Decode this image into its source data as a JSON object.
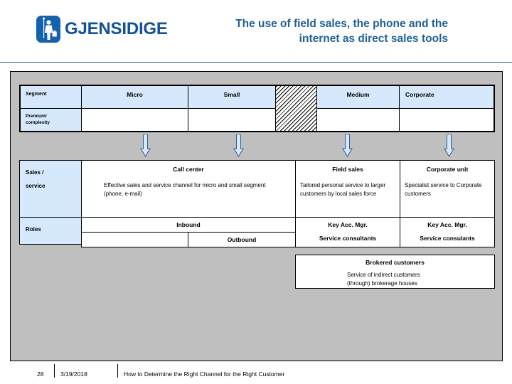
{
  "header": {
    "logo_word": "GJENSIDIGE",
    "logo_icon": "gjensidige-figure-icon",
    "title_line1": "The use of field sales, the phone and the",
    "title_line2": "internet as direct sales tools",
    "title_color": "#1F6095",
    "brand_color": "#1461AE"
  },
  "matrix": {
    "row_labels": {
      "segment": "Segment",
      "premium": "Premium/ complexity",
      "sales_service": "Sales /",
      "sales_service2": "service",
      "roles": "Roles"
    },
    "segments": [
      {
        "name": "Micro"
      },
      {
        "name": "Small"
      },
      {
        "name": "Medium"
      },
      {
        "name": "Corporate"
      }
    ],
    "hatched_column": true,
    "arrows_count": 4,
    "arrow_color": "#D6E8FB",
    "arrow_border": "#2E5F8A",
    "channels": [
      {
        "title": "Call center",
        "body": "Effective sales and service channel for micro and small segment (phone, e-mail)"
      },
      {
        "title": "Field sales",
        "body": "Tailored personal service to larger customers by local sales force"
      },
      {
        "title": "Corporate unit",
        "body": "Specialist service to Corporate customers"
      }
    ],
    "roles": {
      "inbound": "Inbound",
      "outbound": "Outbound",
      "empty_cell": "",
      "field_sales_role1": "Key Acc. Mgr.",
      "field_sales_role2": "Service consultants",
      "corporate_role1": "Key Acc. Mgr.",
      "corporate_role2": "Service consulants"
    },
    "brokered": {
      "title": "Brokered customers",
      "body_line1": "Service of indirect customers",
      "body_line2": "(through) brokerage houses"
    }
  },
  "footer": {
    "page_number": "28",
    "date": "3/19/2018",
    "doc_title": "How to Determine the Right Channel for the Right Customer"
  }
}
